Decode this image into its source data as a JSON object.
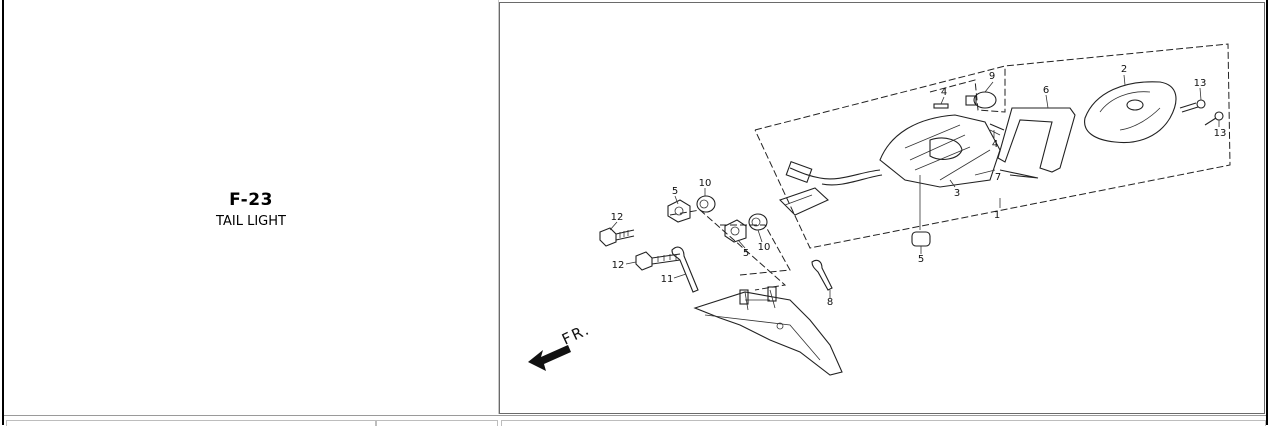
{
  "section": {
    "code": "F-23",
    "name": "TAIL LIGHT"
  },
  "diagram": {
    "callouts": [
      "1",
      "2",
      "3",
      "4",
      "4",
      "5",
      "5",
      "5",
      "6",
      "7",
      "8",
      "9",
      "10",
      "10",
      "11",
      "12",
      "12",
      "13",
      "13"
    ],
    "direction_label": "FR."
  }
}
